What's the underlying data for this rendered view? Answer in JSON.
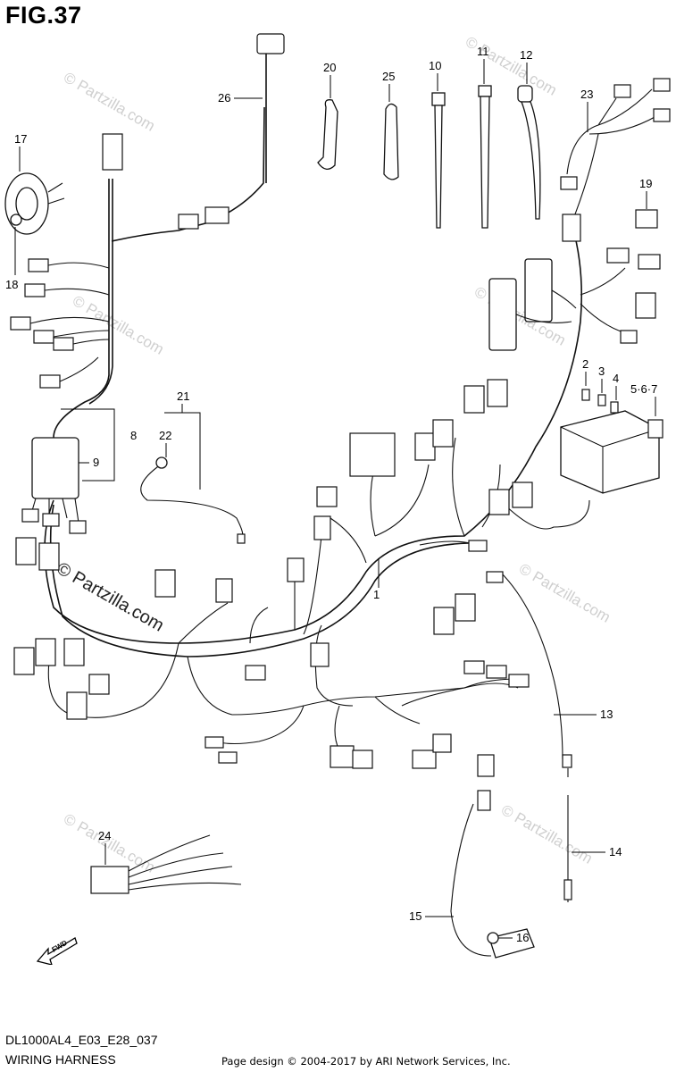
{
  "figure": {
    "title": "FIG.37",
    "model_code": "DL1000AL4_E03_E28_037",
    "section_name": "WIRING HARNESS",
    "credit": "Page design © 2004-2017 by ARI Network Services, Inc.",
    "watermark": "© Partzilla.com",
    "fwd_label": "FWD"
  },
  "callouts": [
    "1",
    "2",
    "3",
    "4",
    "5·6·7",
    "8",
    "9",
    "10",
    "11",
    "12",
    "13",
    "14",
    "15",
    "16",
    "17",
    "18",
    "19",
    "20",
    "21",
    "22",
    "23",
    "24",
    "25",
    "26"
  ]
}
